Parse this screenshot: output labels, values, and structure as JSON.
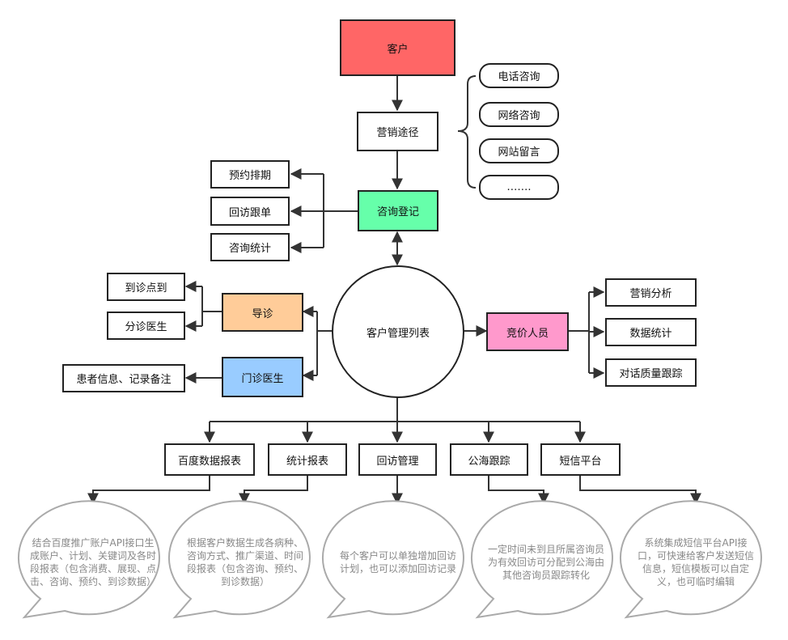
{
  "nodes": {
    "customer": "客户",
    "marketing_channel": "营销途径",
    "consult_register": "咨询登记",
    "customer_list": "客户管理列表",
    "guide": "导诊",
    "outpatient_doctor": "门诊医生",
    "bidding_staff": "竞价人员"
  },
  "channels": [
    "电话咨询",
    "网络咨询",
    "网站留言",
    "……."
  ],
  "register_items": [
    "预约排期",
    "回访跟单",
    "咨询统计"
  ],
  "guide_items": [
    "到诊点到",
    "分诊医生"
  ],
  "doctor_items": [
    "患者信息、记录备注"
  ],
  "bidding_items": [
    "营销分析",
    "数据统计",
    "对话质量跟踪"
  ],
  "modules": [
    {
      "label": "百度数据报表",
      "description": "结合百度推广账户API接口生成账户、计划、关键词及各时段报表（包含消费、展现、点击、咨询、预约、到诊数据）"
    },
    {
      "label": "统计报表",
      "description": "根据客户数据生成各病种、咨询方式、推广渠道、时间段报表（包含咨询、预约、到诊数据）"
    },
    {
      "label": "回访管理",
      "description": "每个客户可以单独增加回访计划，也可以添加回访记录"
    },
    {
      "label": "公海跟踪",
      "description": "一定时间未到且所属咨询员为有效回访可分配到公海由其他咨询员跟踪转化"
    },
    {
      "label": "短信平台",
      "description": "系统集成短信平台API接口，可快速给客户发送短信信息，短信模板可以自定义，也可临时编辑"
    }
  ],
  "colors": {
    "customer": "#ff6666",
    "consult_register": "#66ffaa",
    "guide": "#ffcc99",
    "outpatient_doctor": "#99ccff",
    "bidding_staff": "#ff99cc",
    "bubble_stroke": "#aaaaaa",
    "line": "#333333"
  }
}
